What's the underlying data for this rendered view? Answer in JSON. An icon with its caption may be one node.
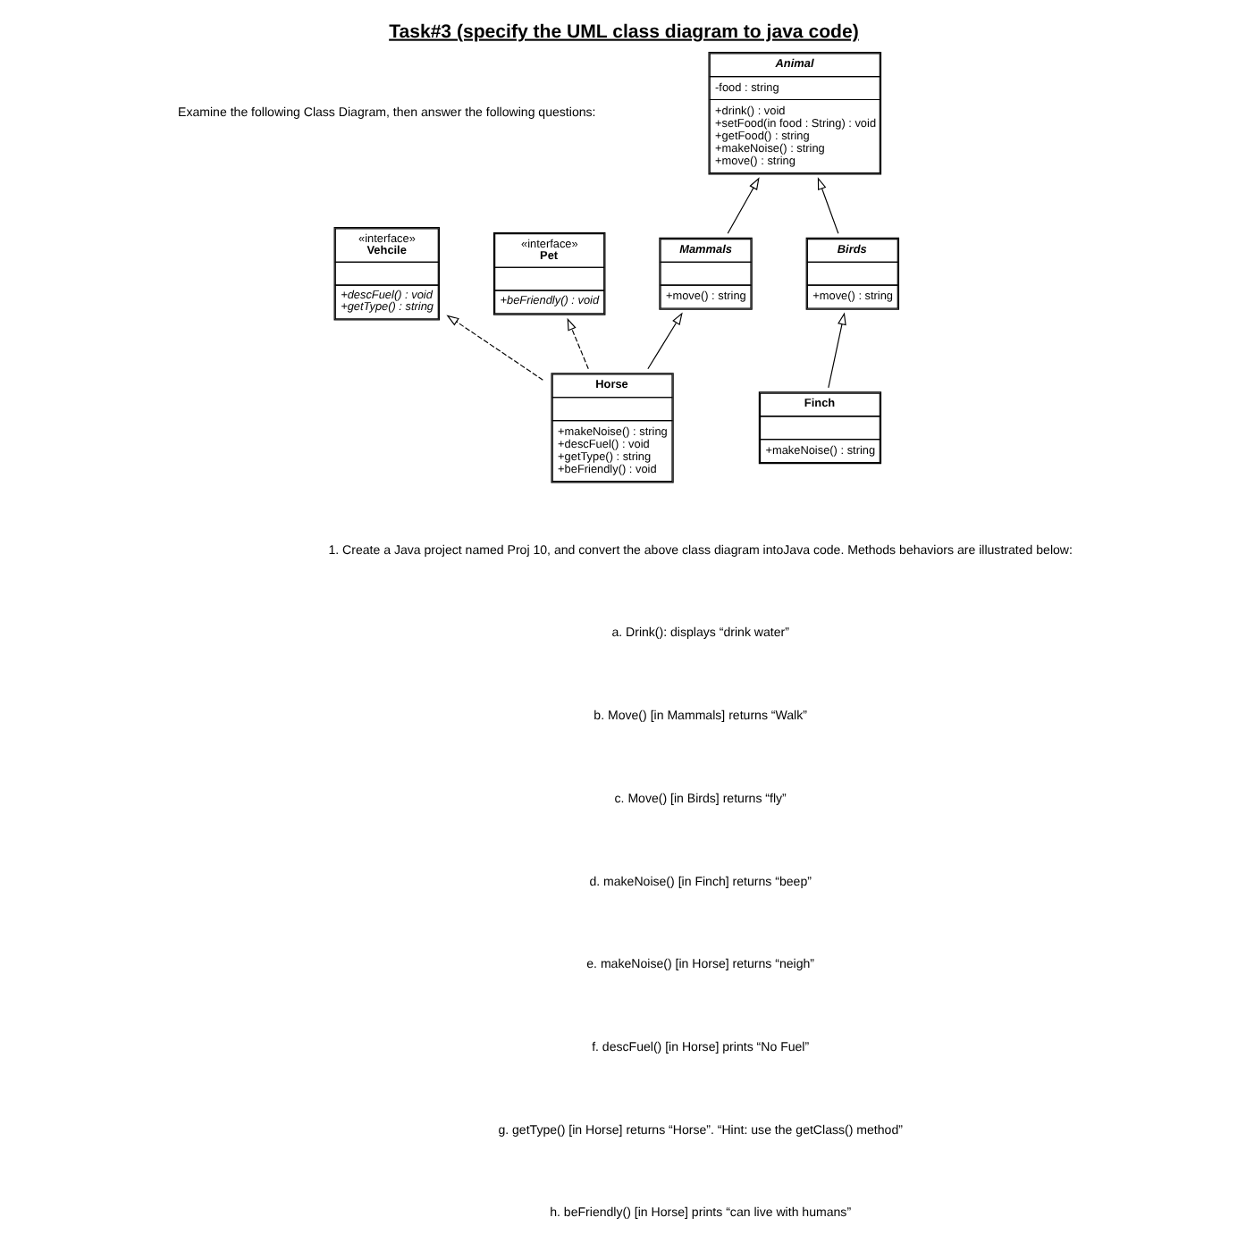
{
  "diagram": {
    "title": "Task#3 (specify the UML class diagram to java code)",
    "nodes": [
      {
        "text": [
          "«interface»",
          "Vehcile",
          "+descFuel() : void",
          "+getType() : string"
        ]
      },
      {
        "text": [
          "«interface»",
          "Pet",
          "+beFriendly() : void"
        ]
      },
      {
        "text": [
          "Animal",
          "-food : string",
          "+drink() : void",
          "+setFood(in food : String) : void",
          "+getFood() : string",
          "+makeNoise() : string",
          "+move() : string"
        ]
      },
      {
        "text": [
          "Mammals",
          "+move() : string"
        ]
      },
      {
        "text": [
          "Birds",
          "+move() : string"
        ]
      },
      {
        "text": [
          "Horse",
          "+makeNoise() : string",
          "+descFuel() : void",
          "+getType() : string",
          "+beFriendly() : void"
        ]
      },
      {
        "text": [
          "Finch",
          "+makeNoise() : string"
        ]
      }
    ],
    "edges": [
      {
        "from": 5,
        "to": 0,
        "arrow": "to",
        "style": "dashed"
      },
      {
        "from": 5,
        "to": 1,
        "arrow": "to",
        "style": "dashed"
      },
      {
        "from": 3,
        "to": 2,
        "arrow": "to"
      },
      {
        "from": 4,
        "to": 2,
        "arrow": "to"
      },
      {
        "from": 5,
        "to": 3,
        "arrow": "to"
      },
      {
        "from": 6,
        "to": 4,
        "arrow": "to"
      }
    ],
    "labels": [
      "Examine the following Class Diagram, then answer the following questions:",
      "1. Create a Java project named Proj 10, and convert the above class diagram intoJava code. Methods behaviors are illustrated below:",
      "a. Drink(): displays “drink water”",
      "b. Move() [in Mammals] returns “Walk”",
      "c. Move() [in Birds] returns “fly”",
      "d. makeNoise() [in Finch] returns “beep”",
      "e. makeNoise() [in Horse] returns “neigh”",
      "f. descFuel() [in Horse] prints “No Fuel”",
      "g. getType() [in Horse] returns “Horse”. “Hint: use the getClass() method”",
      "h. beFriendly() [in Horse] prints “can live with humans”"
    ]
  }
}
